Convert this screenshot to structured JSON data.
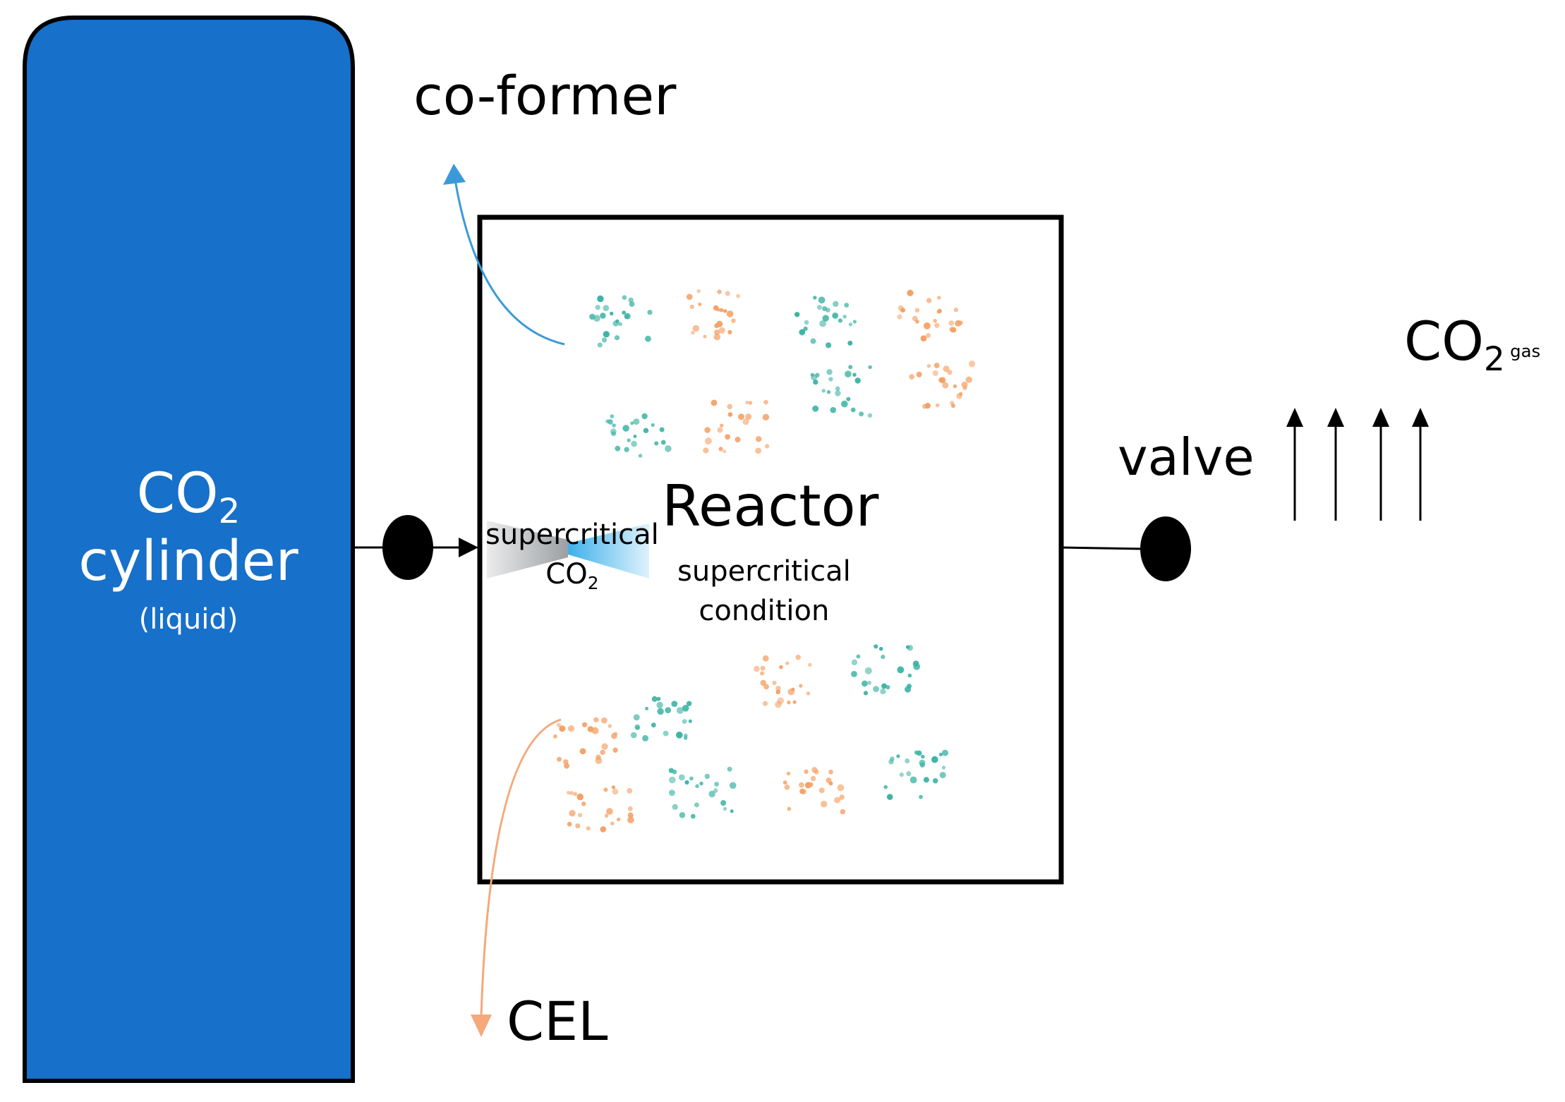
{
  "cylinder": {
    "co2_text": "CO",
    "co2_sub": "2",
    "name": "cylinder",
    "state": "(liquid)",
    "fill_color": "#1770C9"
  },
  "reactor": {
    "title": "Reactor",
    "condition_line1": "supercritical",
    "condition_line2": "condition"
  },
  "nozzle": {
    "line1": "supercritical",
    "co2_text": "CO",
    "co2_sub": "2"
  },
  "outputs": {
    "coformer": "co-former",
    "cel": "CEL",
    "valve": "valve",
    "co2_text": "CO",
    "co2_sub": "2",
    "gas_label": "gas"
  },
  "colors": {
    "coformer_particles": "#3DB3A5",
    "cel_particles": "#F5A064",
    "coformer_arrow": "#3A9AD9",
    "cel_arrow": "#F5A87A",
    "spray": "#29A8E8"
  }
}
